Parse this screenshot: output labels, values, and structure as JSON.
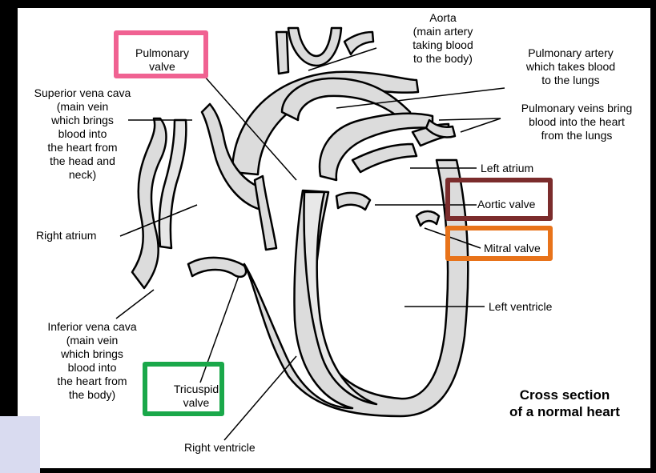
{
  "diagram": {
    "title_line1": "Cross section",
    "title_line2": "of a normal heart",
    "labels": {
      "aorta": [
        "Aorta",
        "(main artery",
        "taking blood",
        "to the body)"
      ],
      "pulmonary_valve": [
        "Pulmonary",
        "valve"
      ],
      "pulmonary_artery": [
        "Pulmonary artery",
        "which takes blood",
        "to the lungs"
      ],
      "superior_vena_cava": [
        "Superior vena cava",
        "(main vein",
        "which brings",
        "blood into",
        "the heart from",
        "the head and",
        "neck)"
      ],
      "pulmonary_veins": [
        "Pulmonary veins bring",
        "blood into the heart",
        "from the lungs"
      ],
      "left_atrium": "Left atrium",
      "aortic_valve": "Aortic valve",
      "right_atrium": "Right atrium",
      "mitral_valve": "Mitral valve",
      "left_ventricle": "Left ventricle",
      "inferior_vena_cava": [
        "Inferior vena cava",
        "(main vein",
        "which brings",
        "blood into",
        "the heart from",
        "the body)"
      ],
      "tricuspid_valve": [
        "Tricuspid",
        "valve"
      ],
      "right_ventricle": "Right ventricle"
    },
    "highlight_colors": {
      "pulmonary_valve": "#f06292",
      "aortic_valve": "#7b2c2c",
      "mitral_valve": "#e8731a",
      "tricuspid_valve": "#1aa84a"
    }
  }
}
